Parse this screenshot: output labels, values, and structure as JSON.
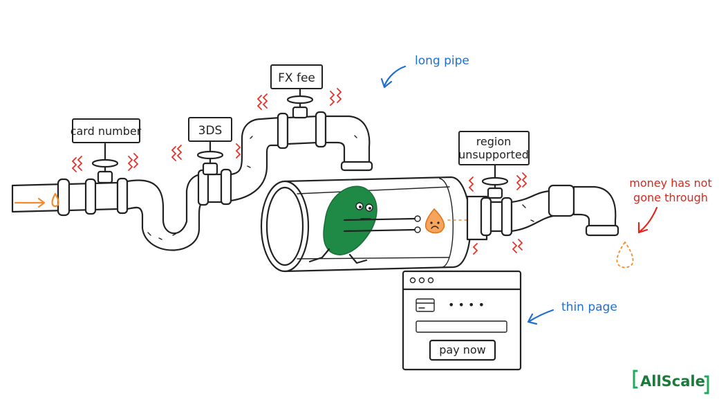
{
  "tags": {
    "card_number": "card number",
    "three_ds": "3DS",
    "fx_fee": "FX fee",
    "region_line1": "region",
    "region_line2": "unsupported"
  },
  "annotations": {
    "long_pipe": "long pipe",
    "money_line1": "money has not",
    "money_line2": "gone through",
    "thin_page": "thin page"
  },
  "payment_window": {
    "card_mask": "• • • •",
    "button_label": "pay now"
  },
  "brand": {
    "name": "AllScale",
    "color": "#1e7a3c"
  },
  "colors": {
    "annotation_blue": "#1f6fd1",
    "annotation_red": "#e0251b",
    "character_green": "#1f8a45",
    "money_orange": "#f28b2c"
  }
}
